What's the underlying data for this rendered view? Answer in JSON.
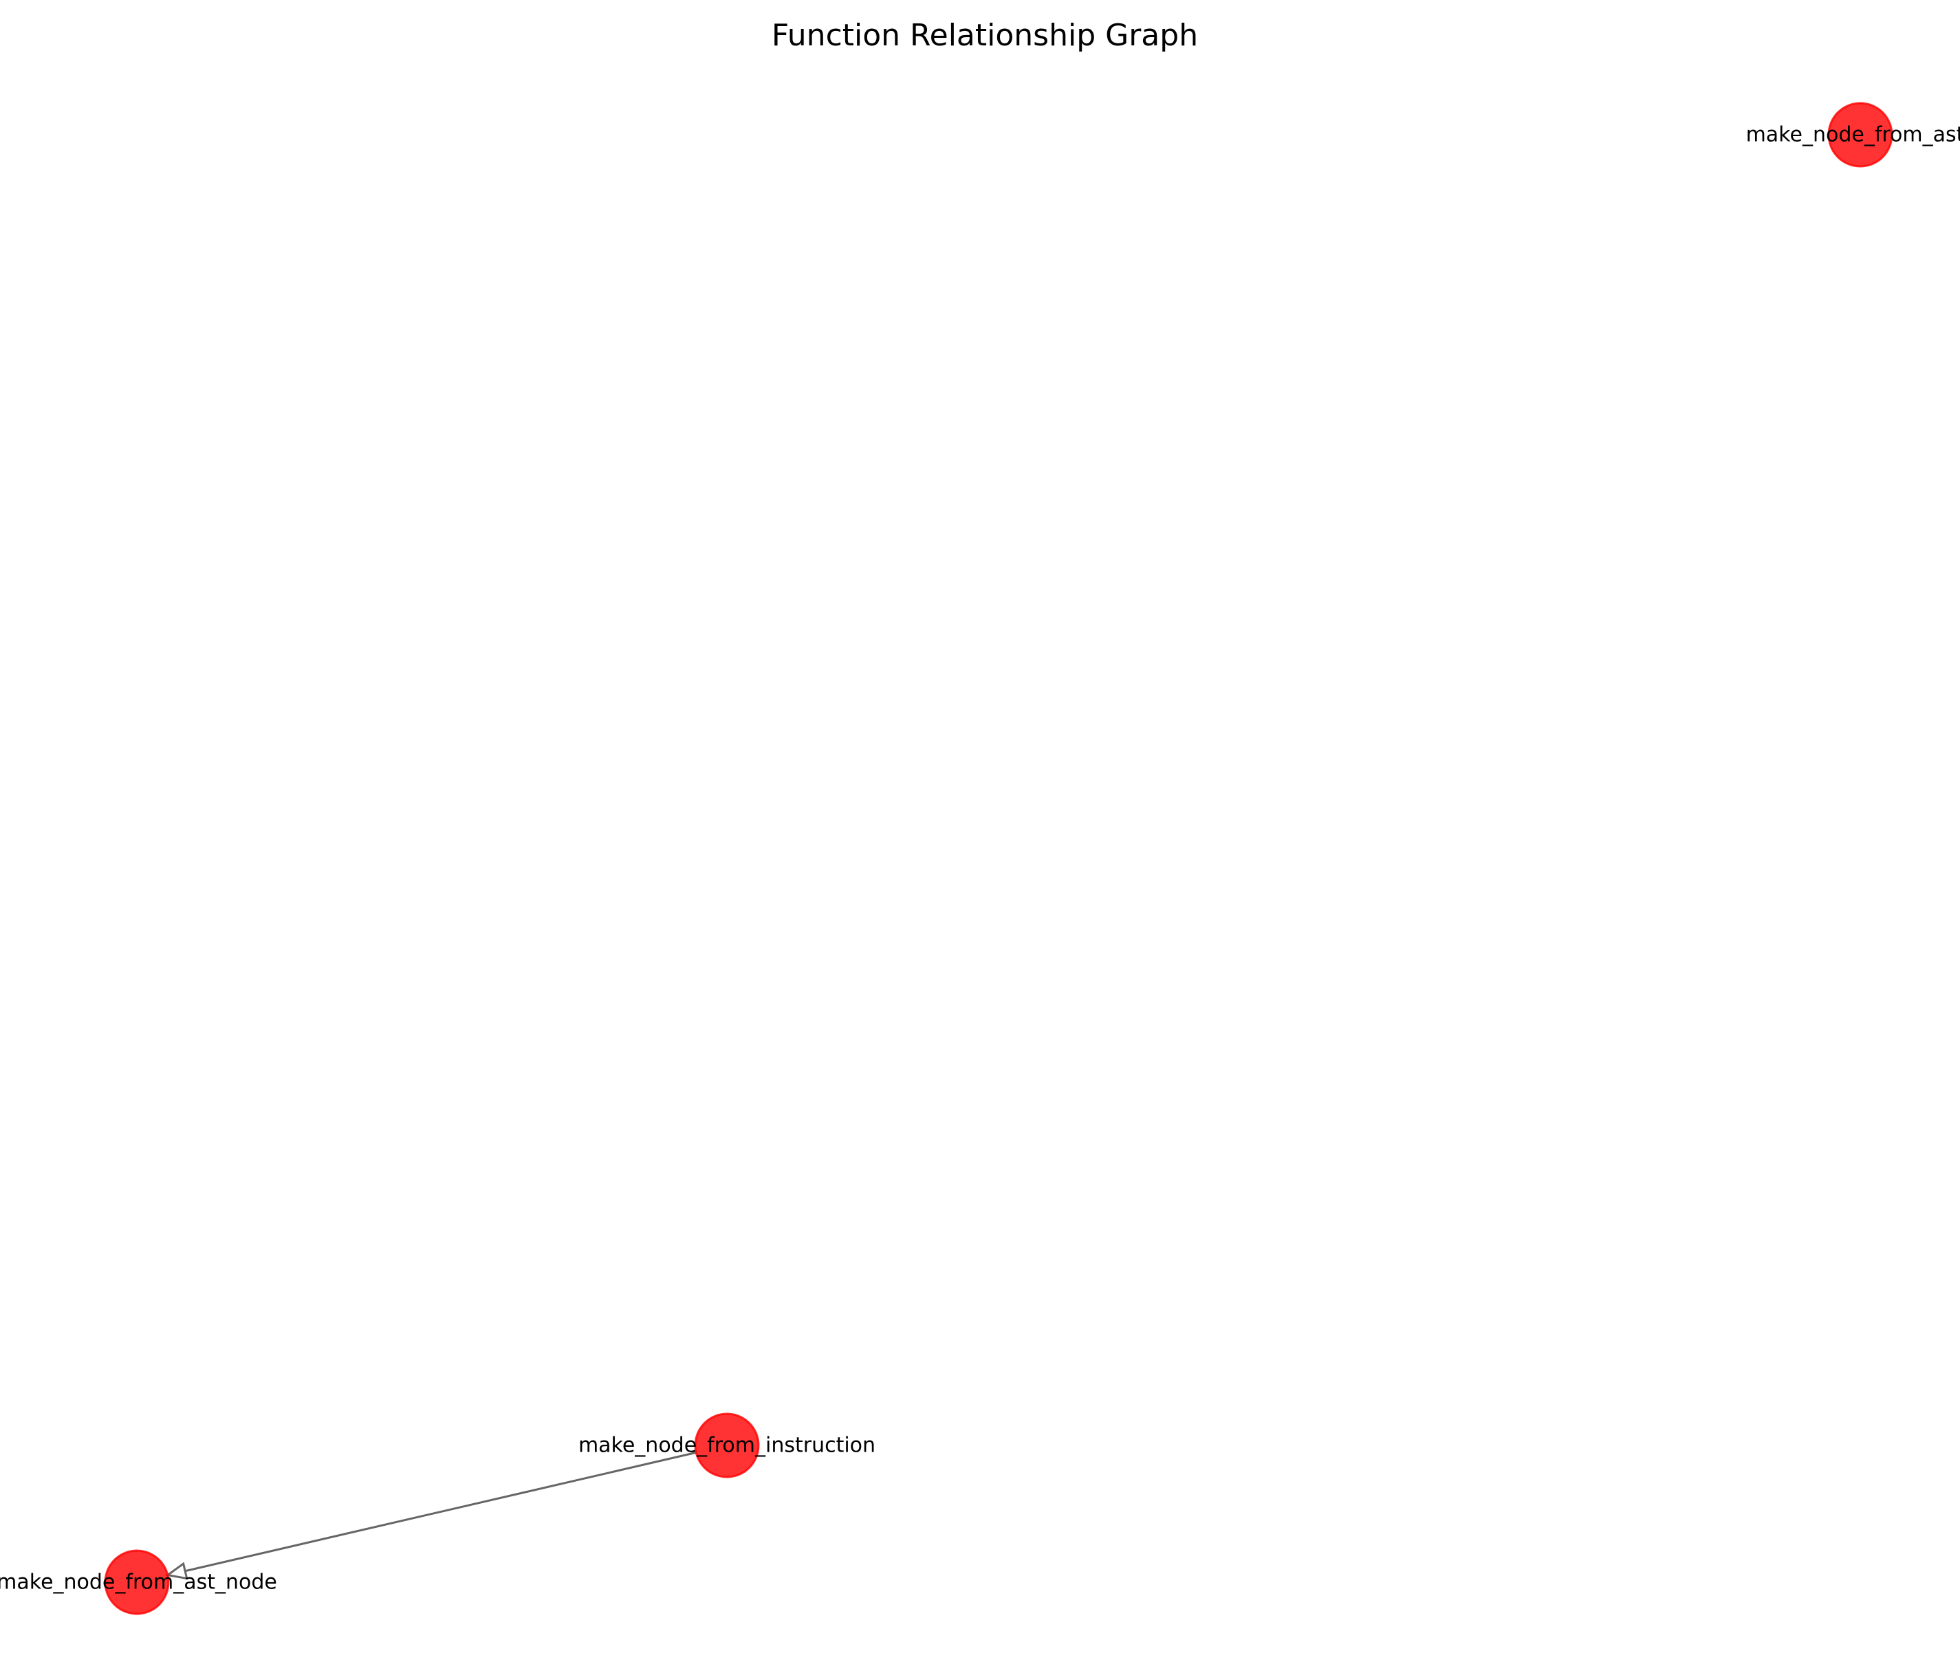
{
  "title": "Function Relationship Graph",
  "style": {
    "node_fill": "#ff0000",
    "node_stroke": "#ff0000",
    "node_opacity": 0.8,
    "edge_color": "#666666"
  },
  "nodes": [
    {
      "id": "make_node_from_ast_",
      "label": "make_node_from_ast_"
    },
    {
      "id": "make_node_from_instruction",
      "label": "make_node_from_instruction"
    },
    {
      "id": "make_node_from_ast_node",
      "label": "make_node_from_ast_node"
    }
  ],
  "edges": [
    {
      "source": "make_node_from_instruction",
      "target": "make_node_from_ast_node",
      "directed": true
    }
  ]
}
